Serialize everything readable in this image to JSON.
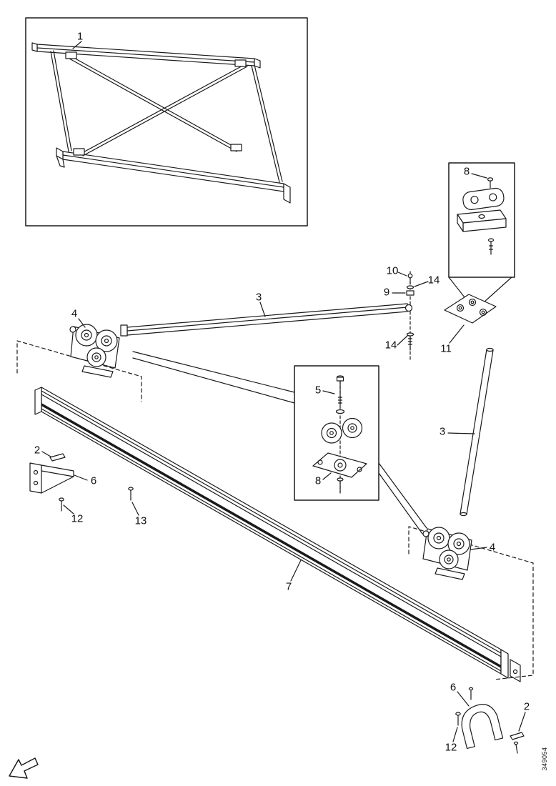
{
  "figure": {
    "kind": "exploded-parts-diagram",
    "figure_number": "349054",
    "colors": {
      "line": "#1a1a1a",
      "background": "#ffffff"
    },
    "callouts": [
      {
        "label": "1"
      },
      {
        "label": "8"
      },
      {
        "label": "10"
      },
      {
        "label": "14"
      },
      {
        "label": "9"
      },
      {
        "label": "3"
      },
      {
        "label": "4"
      },
      {
        "label": "14"
      },
      {
        "label": "11"
      },
      {
        "label": "5"
      },
      {
        "label": "3"
      },
      {
        "label": "2"
      },
      {
        "label": "6"
      },
      {
        "label": "8"
      },
      {
        "label": "12"
      },
      {
        "label": "13"
      },
      {
        "label": "4"
      },
      {
        "label": "7"
      },
      {
        "label": "6"
      },
      {
        "label": "2"
      },
      {
        "label": "12"
      }
    ]
  }
}
